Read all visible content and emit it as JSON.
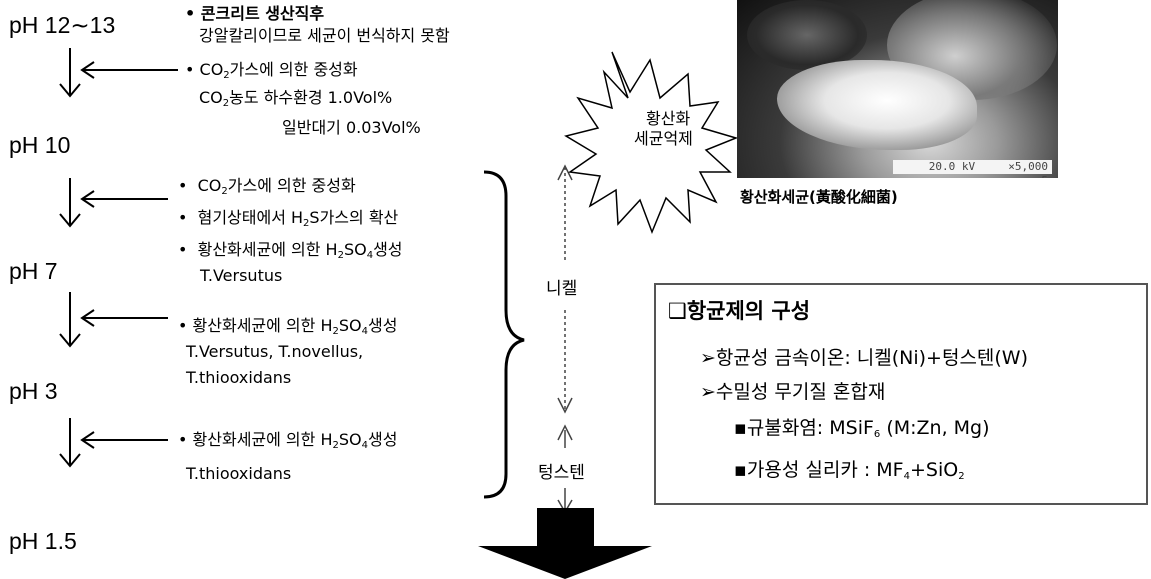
{
  "ph_levels": [
    "pH 12∼13",
    "pH 10",
    "pH 7",
    "pH 3",
    "pH 1.5"
  ],
  "steps": {
    "s1_title": "콘크리트 생산직후",
    "s1_desc": "강알칼리이므로 세균이 번식하지 못함",
    "s2_a": "CO",
    "s2_b": "가스에 의한 중성화",
    "s3_a": "CO",
    "s3_b": "농도 하수환경 1.0Vol%",
    "s4": "일반대기  0.03Vol%",
    "s5_a": "CO",
    "s5_b": "가스에 의한 중성화",
    "s6_a": "혐기상태에서 H",
    "s6_b": "S가스의 확산",
    "s7_a": "황산화세균에 의한 H",
    "s7_b": "SO",
    "s7_c": "생성",
    "s7_sp": "T.Versutus",
    "s8_a": "황산화세균에 의한 H",
    "s8_b": "SO",
    "s8_c": "생성",
    "s8_sp1": "T.Versutus, T.novellus,",
    "s8_sp2": "T.thiooxidans",
    "s9_a": "황산화세균에 의한 H",
    "s9_b": "SO",
    "s9_c": "생성",
    "s9_sp": "T.thiooxidans",
    "sub2": "2",
    "sub4": "4"
  },
  "center": {
    "nickel": "니켈",
    "tungsten": "텅스텐"
  },
  "burst": {
    "line1": "황산화",
    "line2": "세균억제"
  },
  "photo": {
    "caption": "황산화세균(黃酸化細菌)",
    "stamp": "    20.0 kV     ×5,000     5"
  },
  "composition": {
    "title": "❑항균제의 구성",
    "item1": "➢항균성 금속이온: 니켈(Ni)+텅스텐(W)",
    "item2": "➢수밀성 무기질 혼합재",
    "item3_a": "▪규불화염: MSiF",
    "item3_sub": "6",
    "item3_b": " (M:Zn, Mg)",
    "item4_a": "▪가용성 실리카 : MF",
    "item4_sub1": "4",
    "item4_b": "+SiO",
    "item4_sub2": "2"
  }
}
